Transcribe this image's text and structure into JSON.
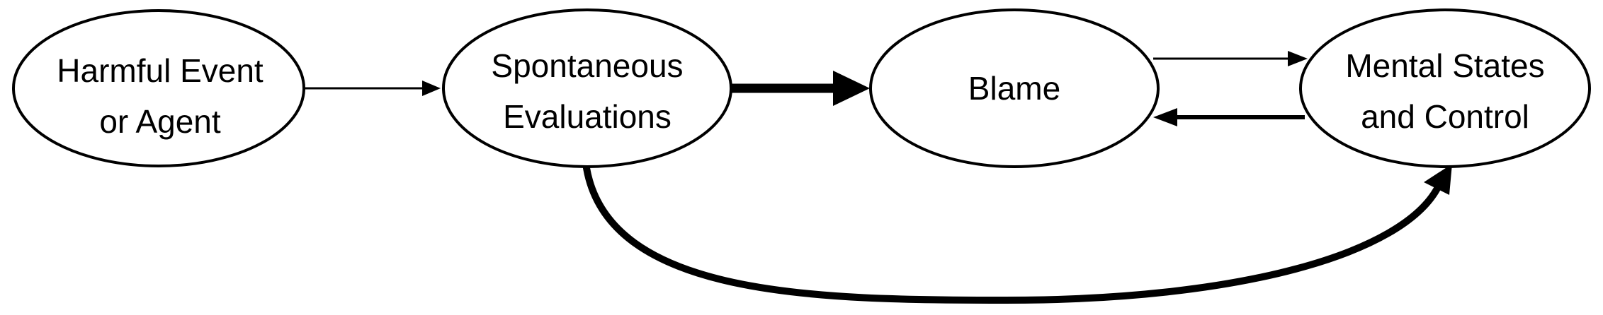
{
  "nodes": {
    "harmful_event": {
      "lines": [
        "Harmful Event",
        "or Agent"
      ]
    },
    "spontaneous": {
      "lines": [
        "Spontaneous",
        "Evaluations"
      ]
    },
    "blame": {
      "lines": [
        "Blame"
      ]
    },
    "mental_states": {
      "lines": [
        "Mental States",
        "and Control"
      ]
    }
  },
  "edges": [
    {
      "from": "Harmful Event or Agent",
      "to": "Spontaneous Evaluations",
      "weight": "thin"
    },
    {
      "from": "Spontaneous Evaluations",
      "to": "Blame",
      "weight": "thick"
    },
    {
      "from": "Blame",
      "to": "Mental States and Control",
      "weight": "thin"
    },
    {
      "from": "Mental States and Control",
      "to": "Blame",
      "weight": "medium"
    },
    {
      "from": "Spontaneous Evaluations",
      "to": "Mental States and Control",
      "weight": "thick-curved"
    }
  ],
  "colors": {
    "stroke": "#000000",
    "fill": "#ffffff",
    "background": "#ffffff"
  }
}
